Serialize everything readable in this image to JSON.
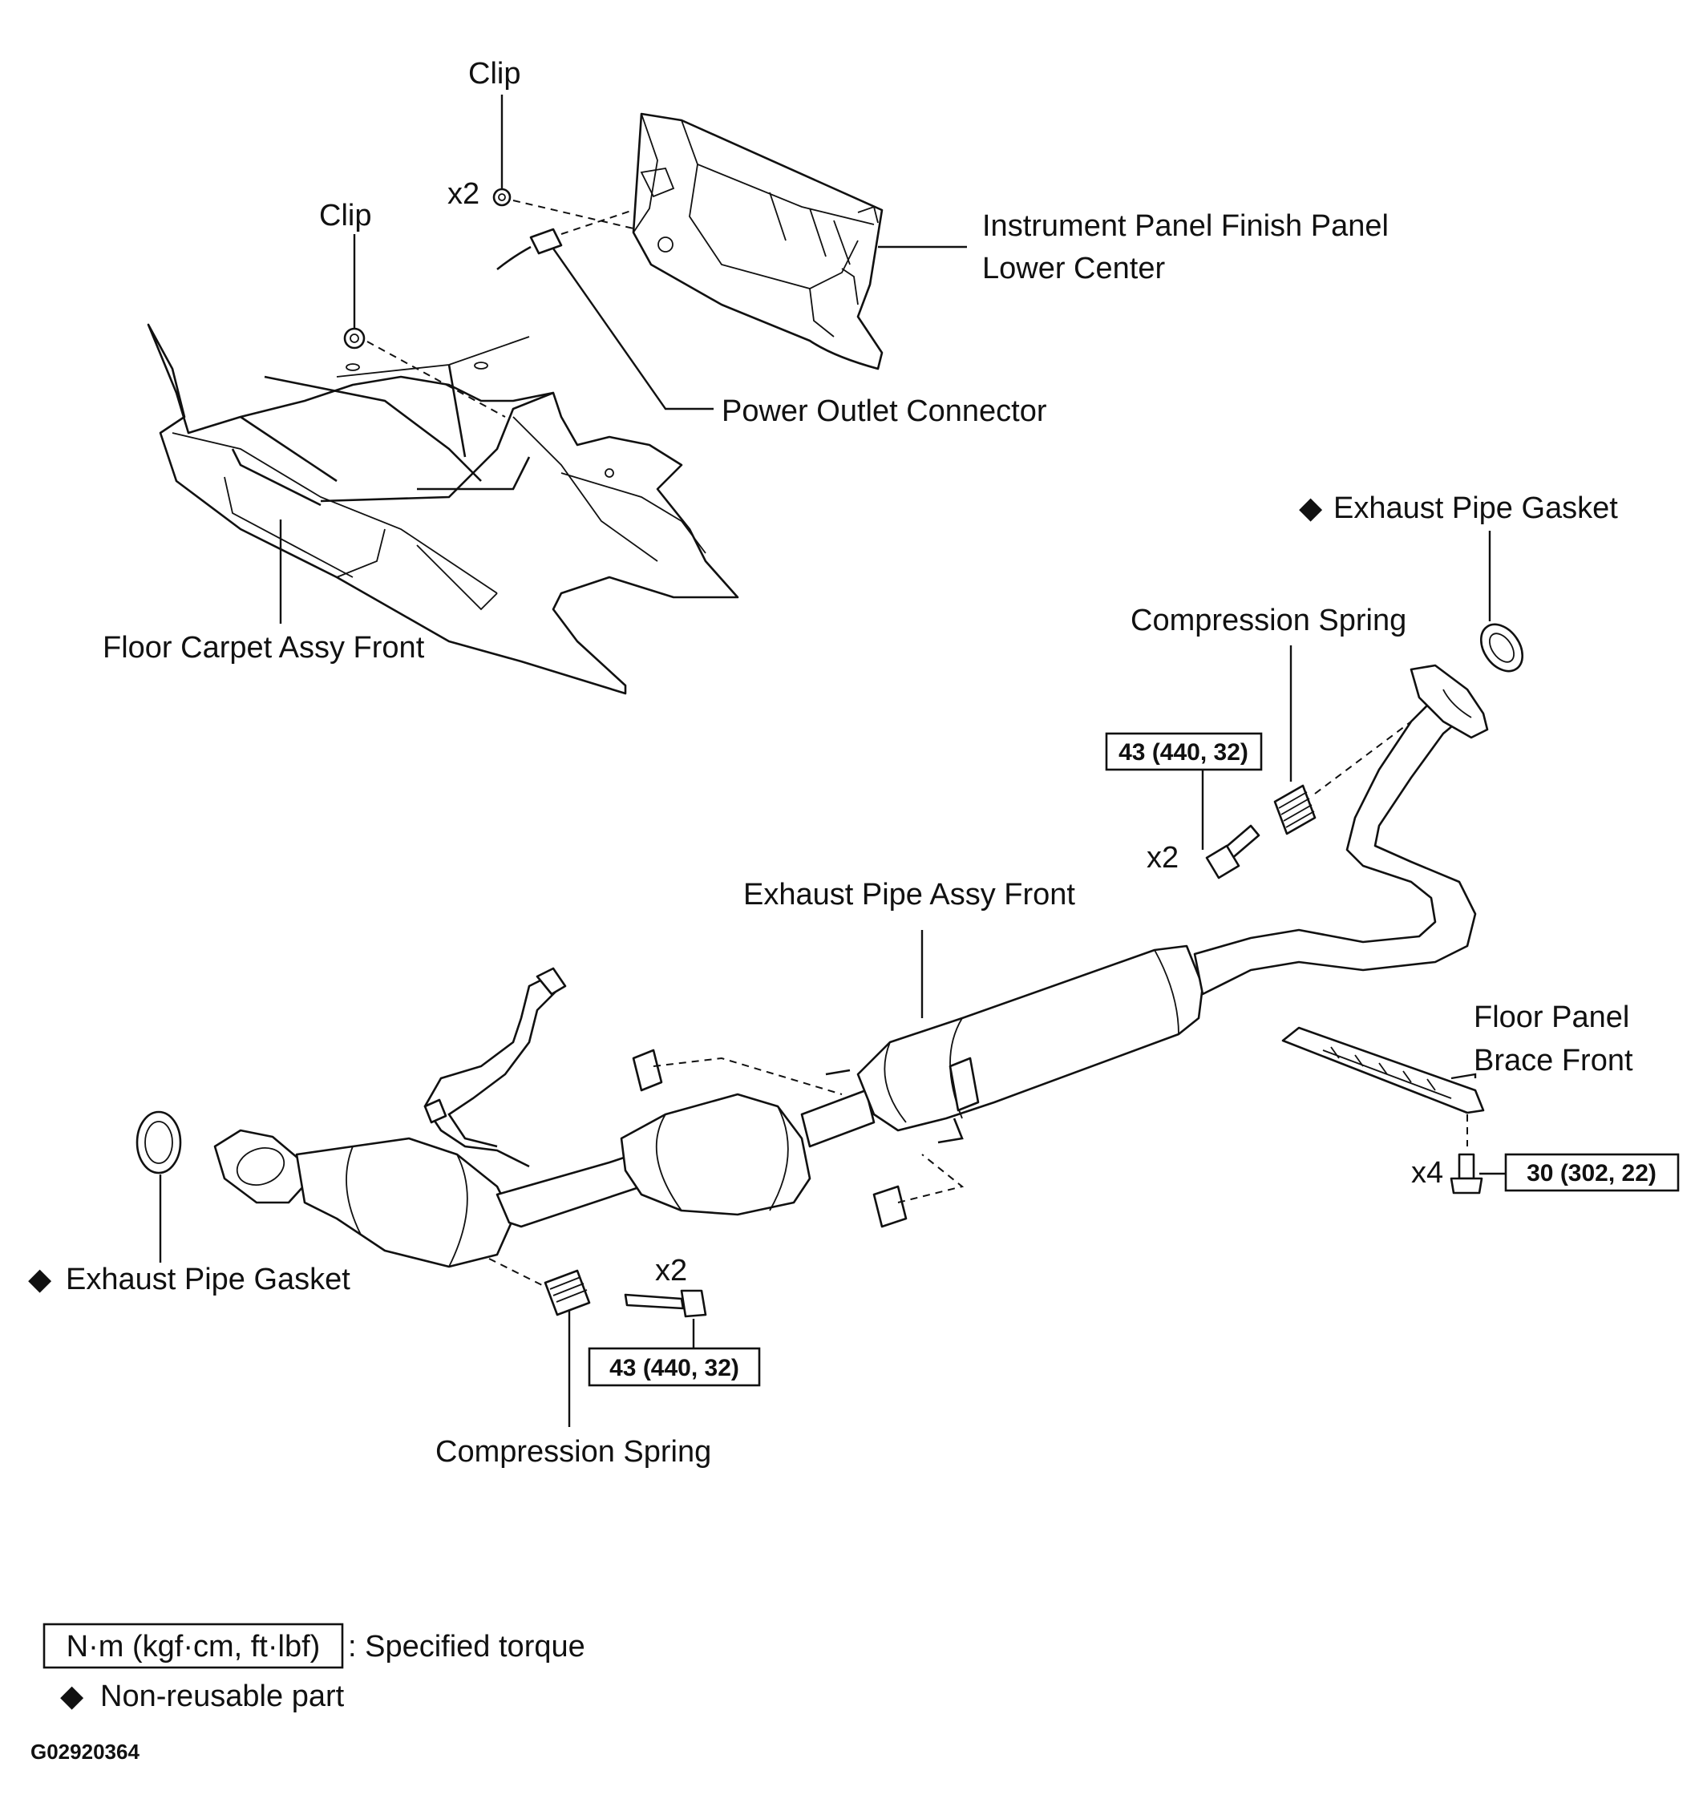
{
  "labels": {
    "clip_top": "Clip",
    "clip_left": "Clip",
    "qty_clip": "x2",
    "instrument_panel_line1": "Instrument Panel Finish Panel",
    "instrument_panel_line2": "Lower Center",
    "power_outlet": "Power Outlet Connector",
    "floor_carpet": "Floor Carpet Assy Front",
    "gasket_right": "Exhaust Pipe Gasket",
    "spring_right": "Compression Spring",
    "exhaust_pipe": "Exhaust Pipe Assy Front",
    "qty_bolt_right": "x2",
    "brace_line1": "Floor Panel",
    "brace_line2": "Brace Front",
    "qty_brace": "x4",
    "gasket_left": "Exhaust Pipe Gasket",
    "qty_bolt_left": "x2",
    "spring_left": "Compression Spring"
  },
  "torque": {
    "right_bolt": "43 (440, 32)",
    "brace_bolt": "30 (302, 22)",
    "left_bolt": "43 (440, 32)"
  },
  "legend": {
    "torque_unit": "N·m (kgf·cm, ft·lbf)",
    "torque_desc": ": Specified torque",
    "nonreusable_symbol": "◆",
    "nonreusable_desc": "Non-reusable part"
  },
  "figure_id": "G02920364"
}
